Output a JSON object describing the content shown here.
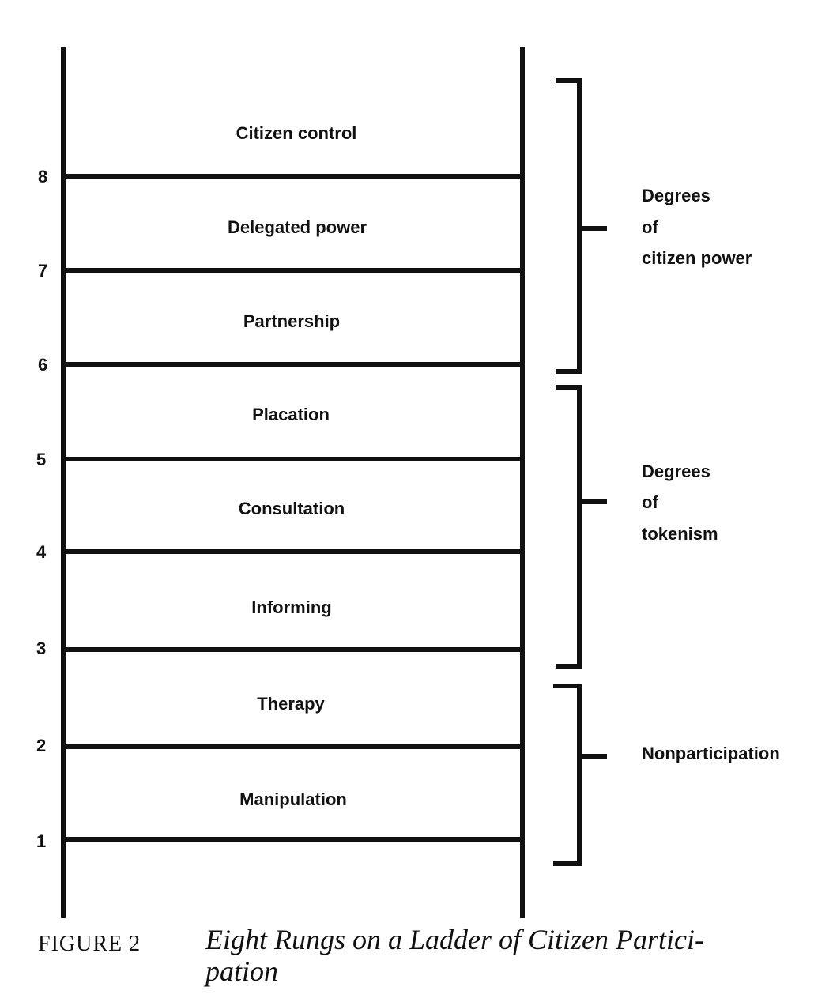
{
  "figure": {
    "rungs": [
      {
        "number": "1",
        "label": "Manipulation"
      },
      {
        "number": "2",
        "label": "Therapy"
      },
      {
        "number": "3",
        "label": "Informing"
      },
      {
        "number": "4",
        "label": "Consultation"
      },
      {
        "number": "5",
        "label": "Placation"
      },
      {
        "number": "6",
        "label": "Partnership"
      },
      {
        "number": "7",
        "label": "Delegated power"
      },
      {
        "number": "8",
        "label": "Citizen control"
      }
    ],
    "groups": [
      {
        "lines": [
          "Degrees",
          "of",
          "citizen power"
        ]
      },
      {
        "lines": [
          "Degrees",
          "of",
          "tokenism"
        ]
      },
      {
        "lines": [
          "Nonparticipation"
        ]
      }
    ],
    "caption": {
      "label": "FIGURE 2",
      "title_line1": "Eight Rungs on a Ladder of Citizen Partici-",
      "title_line2": "pation"
    }
  }
}
